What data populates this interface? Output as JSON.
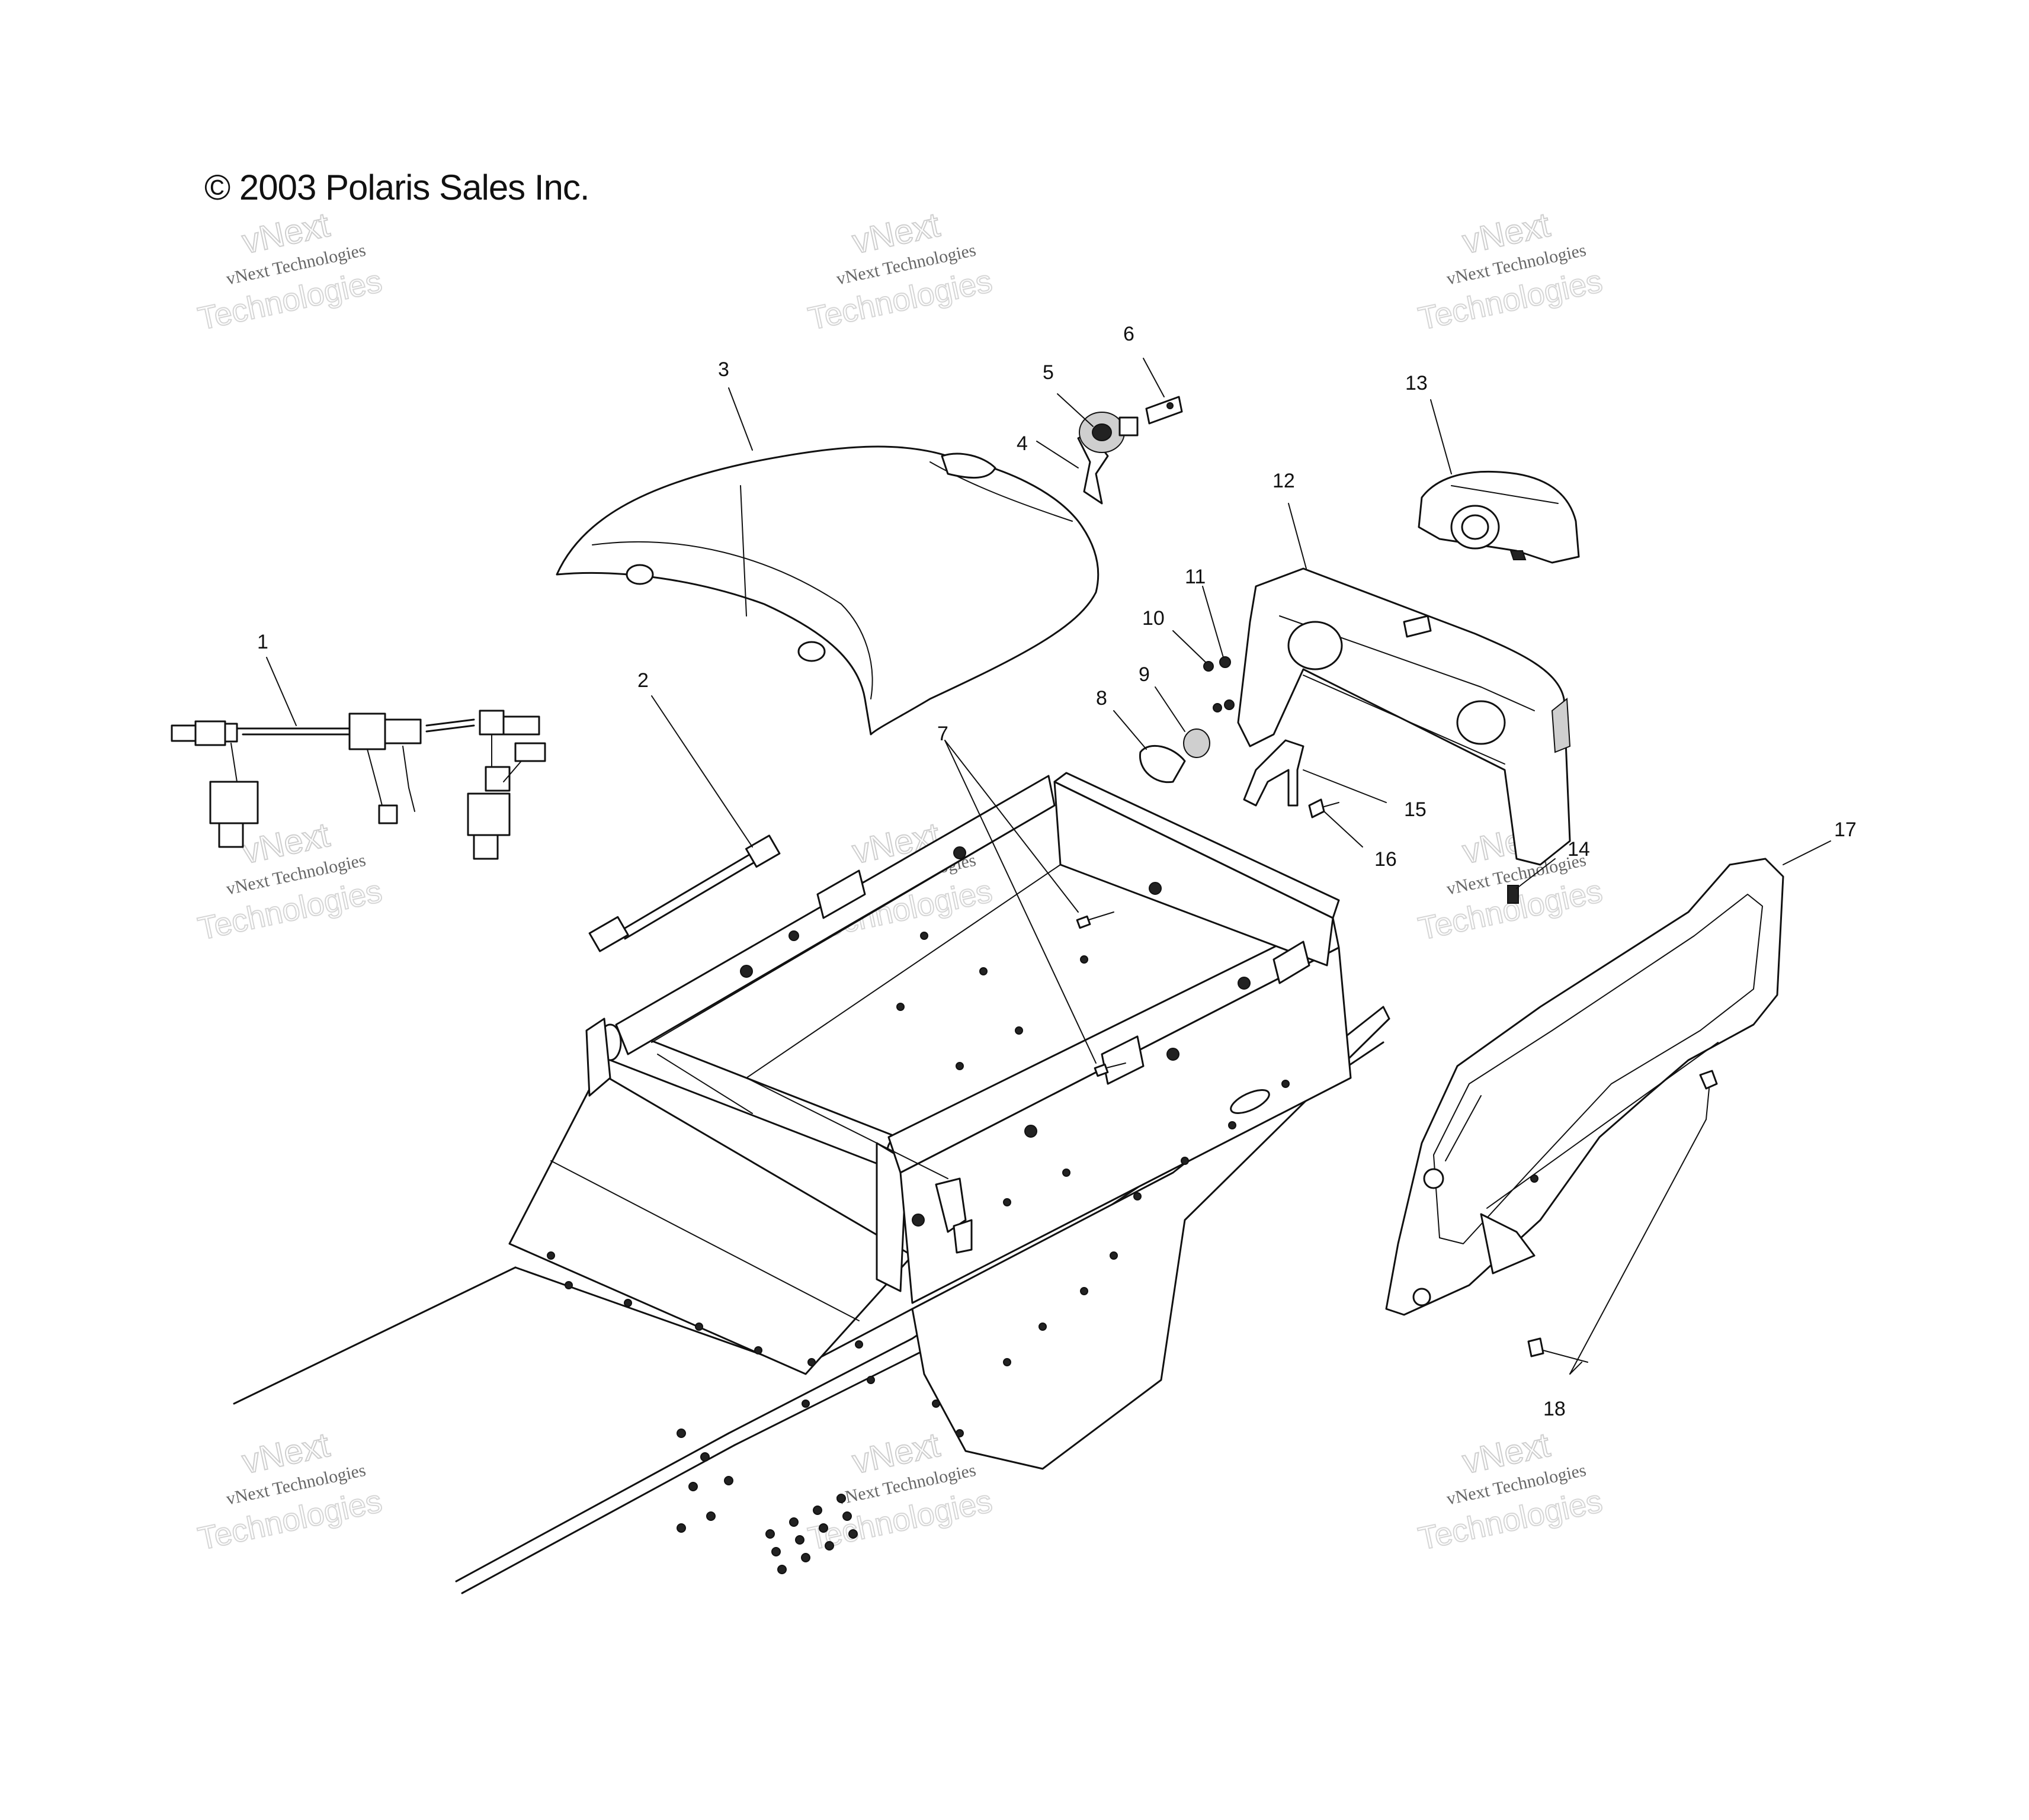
{
  "copyright": "© 2003 Polaris Sales Inc.",
  "watermark": {
    "line1": "vNext",
    "line2": "vNext Technologies",
    "line3": "Technologies"
  },
  "callouts": [
    "1",
    "2",
    "3",
    "4",
    "5",
    "6",
    "7",
    "8",
    "9",
    "10",
    "11",
    "12",
    "13",
    "14",
    "15",
    "16",
    "17",
    "18"
  ]
}
